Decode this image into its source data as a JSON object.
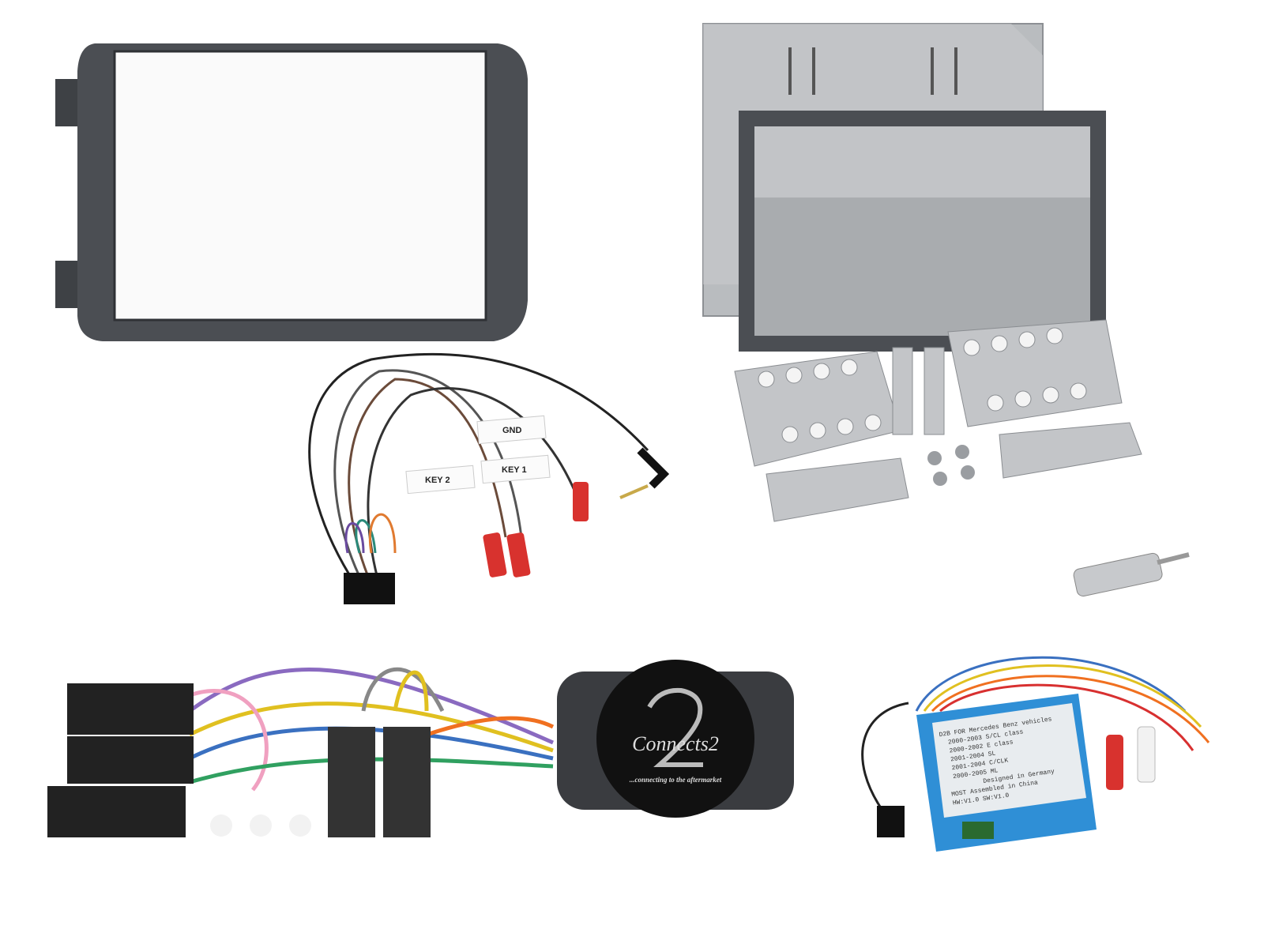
{
  "wire_labels": {
    "gnd": "GND",
    "key1": "KEY 1",
    "key2": "KEY 2"
  },
  "interface_box": {
    "brand": "Connects2",
    "tagline": "...connecting to the aftermarket"
  },
  "can_module_label": {
    "lines": [
      "D2B FOR Mercedes Benz vehicles",
      "2000-2003 S/CL class",
      "2000-2002 E class",
      "2001-2004 SL",
      "2001-2004 C/CLK",
      "2000-2005 ML",
      "Designed in Germany",
      "MOST  Assembled in China",
      "HW:V1.0        SW:V1.0"
    ]
  },
  "colors": {
    "fascia": "#4b4e53",
    "metal": "#b9bcbf",
    "module_blue": "#2f8fd6",
    "connector_red": "#d8322e"
  }
}
